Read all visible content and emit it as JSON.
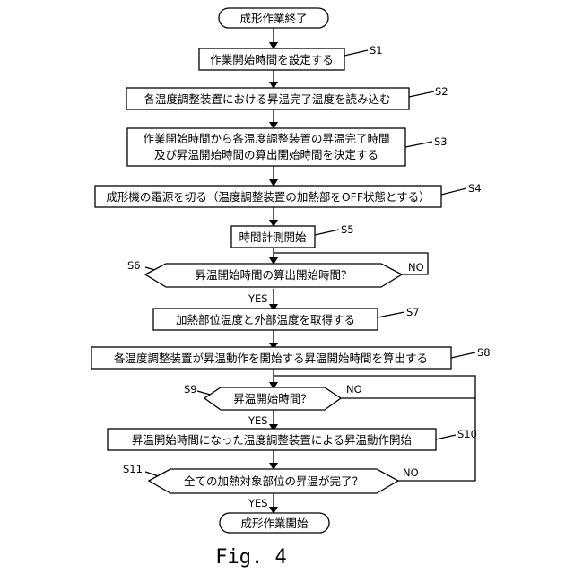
{
  "terminals": {
    "start": "成形作業終了",
    "end": "成形作業開始"
  },
  "steps": {
    "s1": {
      "id": "S1",
      "text": "作業開始時間を設定する"
    },
    "s2": {
      "id": "S2",
      "text": "各温度調整装置における昇温完了温度を読み込む"
    },
    "s3": {
      "id": "S3",
      "line1": "作業開始時間から各温度調整装置の昇温完了時間",
      "line2": "及び昇温開始時間の算出開始時間を決定する"
    },
    "s4": {
      "id": "S4",
      "text": "成形機の電源を切る（温度調整装置の加熱部をOFF状態とする）"
    },
    "s5": {
      "id": "S5",
      "text": "時間計測開始"
    },
    "s6": {
      "id": "S6",
      "text": "昇温開始時間の算出開始時間？"
    },
    "s7": {
      "id": "S7",
      "text": "加熱部位温度と外部温度を取得する"
    },
    "s8": {
      "id": "S8",
      "text": "各温度調整装置が昇温動作を開始する昇温開始時間を算出する"
    },
    "s9": {
      "id": "S9",
      "text": "昇温開始時間？"
    },
    "s10": {
      "id": "S10",
      "text": "昇温開始時間になった温度調整装置による昇温動作開始"
    },
    "s11": {
      "id": "S11",
      "text": "全ての加熱対象部位の昇温が完了？"
    }
  },
  "branch_labels": {
    "yes": "YES",
    "no": "NO"
  },
  "caption": "Fig. 4"
}
